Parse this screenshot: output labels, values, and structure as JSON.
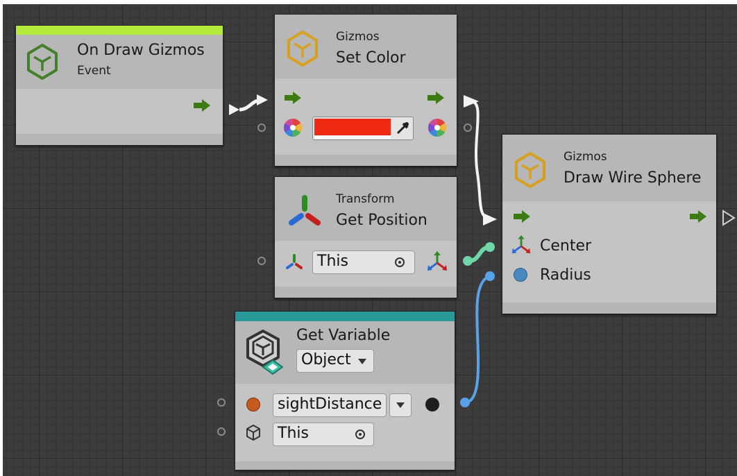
{
  "nodes": {
    "on_draw_gizmos": {
      "title": "On Draw Gizmos",
      "subtitle": "Event",
      "bar_color": "#b4ea3a"
    },
    "set_color": {
      "category": "Gizmos",
      "title": "Set Color",
      "color_value": "#ee2a12"
    },
    "get_position": {
      "category": "Transform",
      "title": "Get Position",
      "target_value": "This"
    },
    "draw_wire_sphere": {
      "category": "Gizmos",
      "title": "Draw Wire Sphere",
      "ports": {
        "center_label": "Center",
        "radius_label": "Radius"
      }
    },
    "get_variable": {
      "title": "Get Variable",
      "kind_selected": "Object",
      "variable_name": "sightDistance",
      "target_value": "This",
      "bar_color": "#2a9a98"
    }
  },
  "colors": {
    "flow_arrow": "#3c7a12",
    "vector_wire": "#6fd6a6",
    "float_wire": "#5aa2e8",
    "event_icon": "#44802a",
    "gizmos_icon": "#d8a020",
    "float_port": "#4a88c0",
    "object_port": "#c75b1f"
  },
  "icons": [
    "cube-icon",
    "color-wheel-icon",
    "eyedropper-icon",
    "flow-arrow-icon",
    "transform-axis-icon",
    "vector3-axis-icon",
    "target-icon",
    "dropdown-arrow-icon",
    "variable-cube-icon"
  ]
}
